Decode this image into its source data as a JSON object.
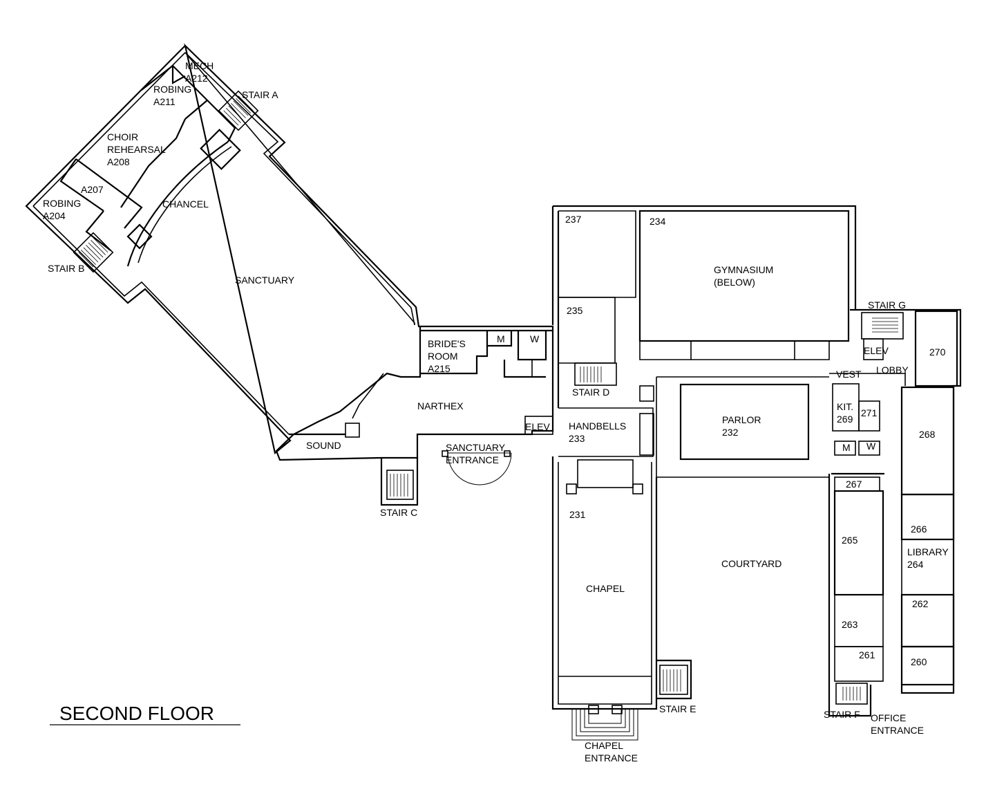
{
  "title": "SECOND FLOOR",
  "rooms": [
    {
      "id": "mech",
      "lines": [
        "MECH",
        "A212"
      ]
    },
    {
      "id": "robing-a211",
      "lines": [
        "ROBING",
        "A211"
      ]
    },
    {
      "id": "stair-a",
      "lines": [
        "STAIR A"
      ]
    },
    {
      "id": "choir-rehearsal",
      "lines": [
        "CHOIR",
        "REHEARSAL",
        "A208"
      ]
    },
    {
      "id": "a207",
      "lines": [
        "A207"
      ]
    },
    {
      "id": "robing-a204",
      "lines": [
        "ROBING",
        "A204"
      ]
    },
    {
      "id": "chancel",
      "lines": [
        "CHANCEL"
      ]
    },
    {
      "id": "stair-b",
      "lines": [
        "STAIR B"
      ]
    },
    {
      "id": "sanctuary",
      "lines": [
        "SANCTUARY"
      ]
    },
    {
      "id": "brides-room",
      "lines": [
        "BRIDE'S",
        "ROOM",
        "A215"
      ]
    },
    {
      "id": "m-1",
      "lines": [
        "M"
      ]
    },
    {
      "id": "w-1",
      "lines": [
        "W"
      ]
    },
    {
      "id": "narthex",
      "lines": [
        "NARTHEX"
      ]
    },
    {
      "id": "sound",
      "lines": [
        "SOUND"
      ]
    },
    {
      "id": "sanctuary-entrance",
      "lines": [
        "SANCTUARY",
        "ENTRANCE"
      ]
    },
    {
      "id": "stair-c",
      "lines": [
        "STAIR C"
      ]
    },
    {
      "id": "elev-1",
      "lines": [
        "ELEV"
      ]
    },
    {
      "id": "r237",
      "lines": [
        "237"
      ]
    },
    {
      "id": "r235",
      "lines": [
        "235"
      ]
    },
    {
      "id": "stair-d",
      "lines": [
        "STAIR D"
      ]
    },
    {
      "id": "handbells",
      "lines": [
        "HANDBELLS",
        "233"
      ]
    },
    {
      "id": "r234",
      "lines": [
        "234"
      ]
    },
    {
      "id": "gymnasium",
      "lines": [
        "GYMNASIUM",
        "(BELOW)"
      ]
    },
    {
      "id": "parlor",
      "lines": [
        "PARLOR",
        "232"
      ]
    },
    {
      "id": "stair-g",
      "lines": [
        "STAIR G"
      ]
    },
    {
      "id": "elev-2",
      "lines": [
        "ELEV"
      ]
    },
    {
      "id": "r270",
      "lines": [
        "270"
      ]
    },
    {
      "id": "vest",
      "lines": [
        "VEST"
      ]
    },
    {
      "id": "lobby",
      "lines": [
        "LOBBY"
      ]
    },
    {
      "id": "kit",
      "lines": [
        "KIT.",
        "269"
      ]
    },
    {
      "id": "r271",
      "lines": [
        "271"
      ]
    },
    {
      "id": "m-2",
      "lines": [
        "M"
      ]
    },
    {
      "id": "w-2",
      "lines": [
        "W"
      ]
    },
    {
      "id": "r268",
      "lines": [
        "268"
      ]
    },
    {
      "id": "r267",
      "lines": [
        "267"
      ]
    },
    {
      "id": "r231",
      "lines": [
        "231"
      ]
    },
    {
      "id": "chapel",
      "lines": [
        "CHAPEL"
      ]
    },
    {
      "id": "courtyard",
      "lines": [
        "COURTYARD"
      ]
    },
    {
      "id": "r265",
      "lines": [
        "265"
      ]
    },
    {
      "id": "r266",
      "lines": [
        "266"
      ]
    },
    {
      "id": "library",
      "lines": [
        "LIBRARY",
        "264"
      ]
    },
    {
      "id": "r262",
      "lines": [
        "262"
      ]
    },
    {
      "id": "r263",
      "lines": [
        "263"
      ]
    },
    {
      "id": "r261",
      "lines": [
        "261"
      ]
    },
    {
      "id": "r260",
      "lines": [
        "260"
      ]
    },
    {
      "id": "stair-e",
      "lines": [
        "STAIR E"
      ]
    },
    {
      "id": "stair-f",
      "lines": [
        "STAIR F"
      ]
    },
    {
      "id": "office-entrance",
      "lines": [
        "OFFICE",
        "ENTRANCE"
      ]
    },
    {
      "id": "chapel-entrance",
      "lines": [
        "CHAPEL",
        "ENTRANCE"
      ]
    }
  ]
}
